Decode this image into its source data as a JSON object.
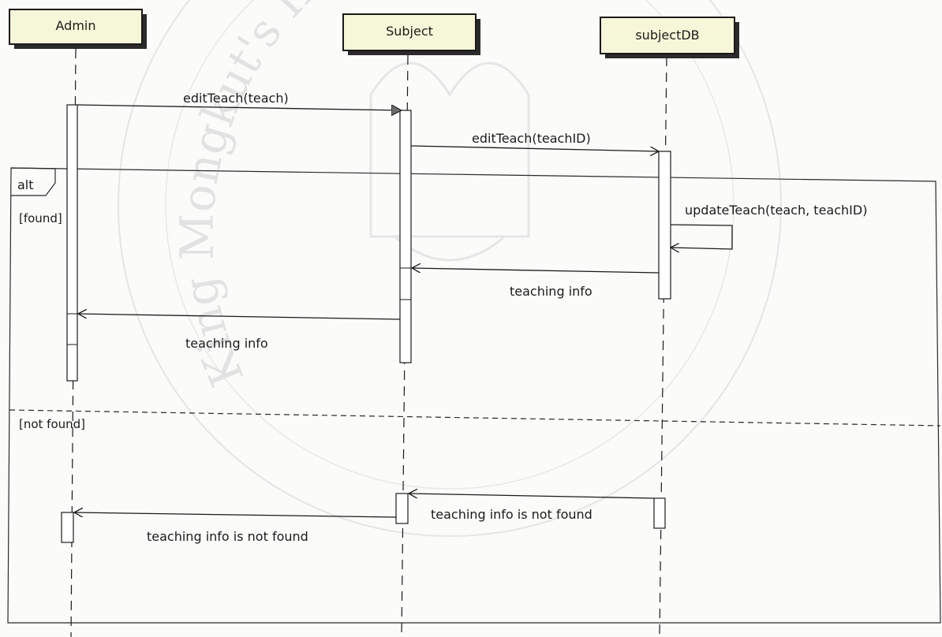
{
  "lifelines": {
    "admin": "Admin",
    "subject": "Subject",
    "subjectdb": "subjectDB"
  },
  "messages": {
    "edit_teach": "editTeach(teach)",
    "edit_teach_id": "editTeach(teachID)",
    "update_teach": "updateTeach(teach, teachID)",
    "teaching_info_db": "teaching info",
    "teaching_info_admin": "teaching info",
    "not_found_db": "teaching info is not found",
    "not_found_admin": "teaching info is not found"
  },
  "fragment": {
    "operator": "alt",
    "guard_1": "[found]",
    "guard_2": "[not found]"
  },
  "watermark": {
    "text": "King Mongkut's Institute of Technology Ladkrabang"
  },
  "colors": {
    "box_fill": "#f6f6d8",
    "line": "#1a1a1a",
    "watermark": "#cfcfcf"
  }
}
